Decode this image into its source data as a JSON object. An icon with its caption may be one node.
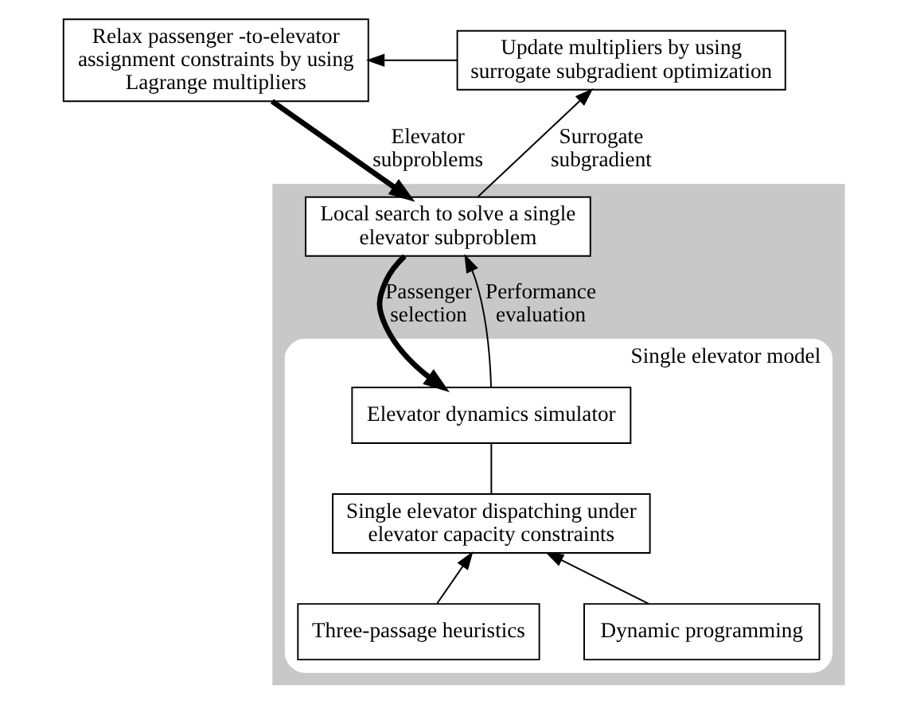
{
  "diagram": {
    "nodes": [
      {
        "text": [
          "Relax passenger -to-elevator assignment constraints by using Lagrange multipliers"
        ]
      },
      {
        "text": [
          "Update multipliers by using surrogate subgradient optimization"
        ]
      },
      {
        "text": [],
        "shape": "box"
      },
      {
        "text": [
          "Local search to solve a single elevator subproblem"
        ],
        "in": 2
      },
      {
        "text": [
          "Single elevator model"
        ],
        "in": 2
      },
      {
        "text": [
          "Elevator dynamics simulator"
        ],
        "in": 4
      },
      {
        "text": [
          "Single elevator dispatching under elevator capacity constraints"
        ],
        "in": 4
      },
      {
        "text": [
          "Three-passage heuristics"
        ],
        "in": 4
      },
      {
        "text": [
          "Dynamic programming"
        ],
        "in": 4
      }
    ],
    "edges": [
      {
        "from": 1,
        "to": 0,
        "arrow": "to"
      },
      {
        "from": 0,
        "to": 3,
        "arrow": "to",
        "label": "Elevator subproblems",
        "style": "thick"
      },
      {
        "from": 3,
        "to": 1,
        "arrow": "to",
        "label": "Surrogate subgradient"
      },
      {
        "from": 3,
        "to": 5,
        "arrow": "to",
        "label": "Passenger selection",
        "style": "thick"
      },
      {
        "from": 5,
        "to": 3,
        "arrow": "to",
        "label": "Performance evaluation"
      },
      {
        "from": 6,
        "to": 5,
        "arrow": "none"
      },
      {
        "from": 7,
        "to": 6,
        "arrow": "to"
      },
      {
        "from": 8,
        "to": 6,
        "arrow": "to"
      }
    ]
  }
}
